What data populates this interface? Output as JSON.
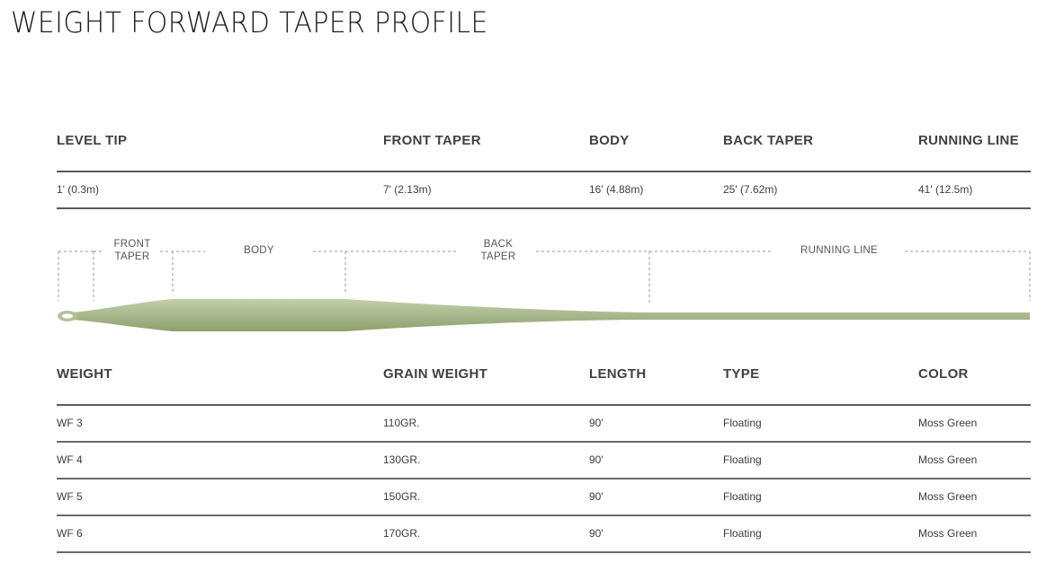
{
  "title": "WEIGHT FORWARD TAPER PROFILE",
  "segments_table": {
    "headers": [
      "LEVEL TIP",
      "FRONT TAPER",
      "BODY",
      "BACK TAPER",
      "RUNNING LINE"
    ],
    "lengths": [
      "1' (0.3m)",
      "7' (2.13m)",
      "16' (4.88m)",
      "25' (7.62m)",
      "41' (12.5m)"
    ]
  },
  "diagram": {
    "labels": {
      "front_taper_1": "FRONT",
      "front_taper_2": "TAPER",
      "body": "BODY",
      "back_taper_1": "BACK",
      "back_taper_2": "TAPER",
      "running_line": "RUNNING LINE"
    },
    "line_color": "#A9B78D",
    "line_color_dark": "#8FA06C"
  },
  "specs_table": {
    "headers": [
      "WEIGHT",
      "GRAIN WEIGHT",
      "LENGTH",
      "TYPE",
      "COLOR"
    ],
    "rows": [
      [
        "WF 3",
        "110GR.",
        "90'",
        "Floating",
        "Moss Green"
      ],
      [
        "WF 4",
        "130GR.",
        "90'",
        "Floating",
        "Moss Green"
      ],
      [
        "WF 5",
        "150GR.",
        "90'",
        "Floating",
        "Moss Green"
      ],
      [
        "WF 6",
        "170GR.",
        "90'",
        "Floating",
        "Moss Green"
      ]
    ]
  }
}
